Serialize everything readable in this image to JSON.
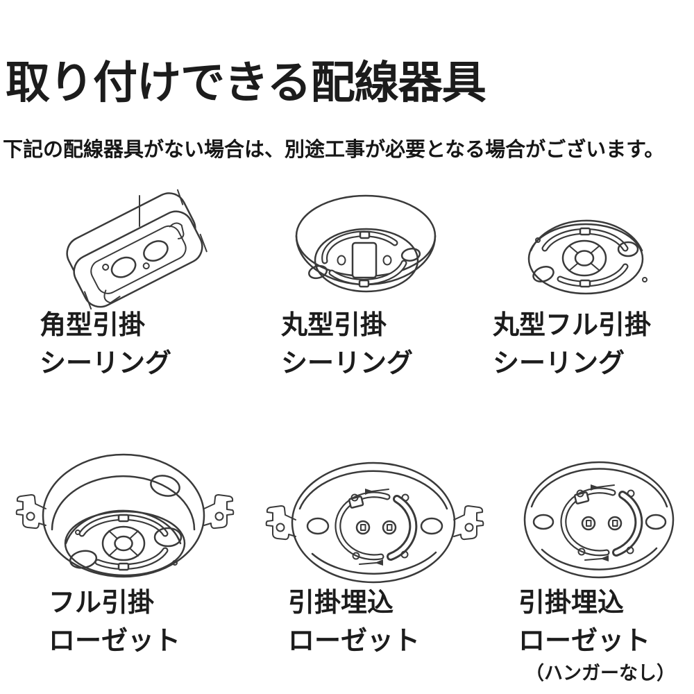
{
  "page": {
    "title": "取り付けできる配線器具",
    "subtitle": "下記の配線器具がない場合は、別途工事が必要となる場合がございます。"
  },
  "colors": {
    "background": "#ffffff",
    "text": "#1c1c1c",
    "line_art": "#3a3a3a"
  },
  "fixtures": [
    {
      "id": "square-hook-ceiling",
      "name_line1": "角型引掛",
      "name_line2": "シーリング",
      "note": ""
    },
    {
      "id": "round-hook-ceiling",
      "name_line1": "丸型引掛",
      "name_line2": "シーリング",
      "note": ""
    },
    {
      "id": "round-full-hook-ceiling",
      "name_line1": "丸型フル引掛",
      "name_line2": "シーリング",
      "note": ""
    },
    {
      "id": "full-hook-rosette",
      "name_line1": "フル引掛",
      "name_line2": "ローゼット",
      "note": ""
    },
    {
      "id": "hook-embedded-rosette",
      "name_line1": "引掛埋込",
      "name_line2": "ローゼット",
      "note": ""
    },
    {
      "id": "hook-embedded-rosette-no-hanger",
      "name_line1": "引掛埋込",
      "name_line2": "ローゼット",
      "note": "（ハンガーなし）"
    }
  ]
}
